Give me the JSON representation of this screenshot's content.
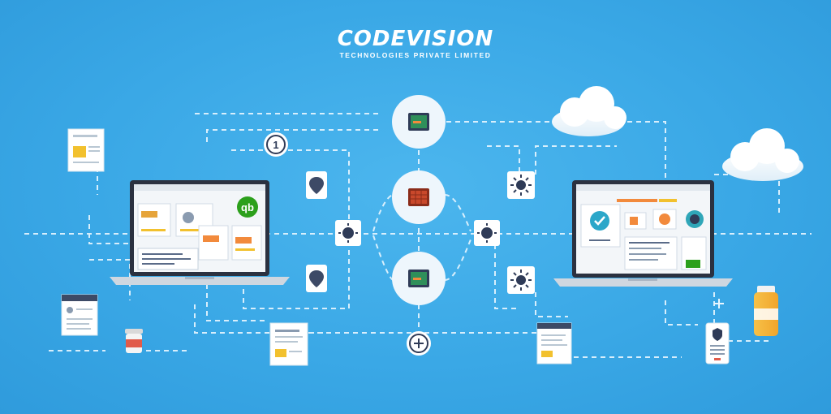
{
  "brand": {
    "name": "CODEVISION",
    "tagline": "TECHNOLOGIES PRIVATE LIMITED"
  },
  "badge": {
    "number": "1"
  },
  "laptop_left": {
    "app_logo": "qb"
  },
  "colors": {
    "background": "#3aa8e6",
    "line": "#e8f6ff",
    "accent_green": "#2ca01c",
    "accent_yellow": "#f2c12e",
    "accent_orange": "#f28a3c",
    "dark_navy": "#2f3b57"
  }
}
